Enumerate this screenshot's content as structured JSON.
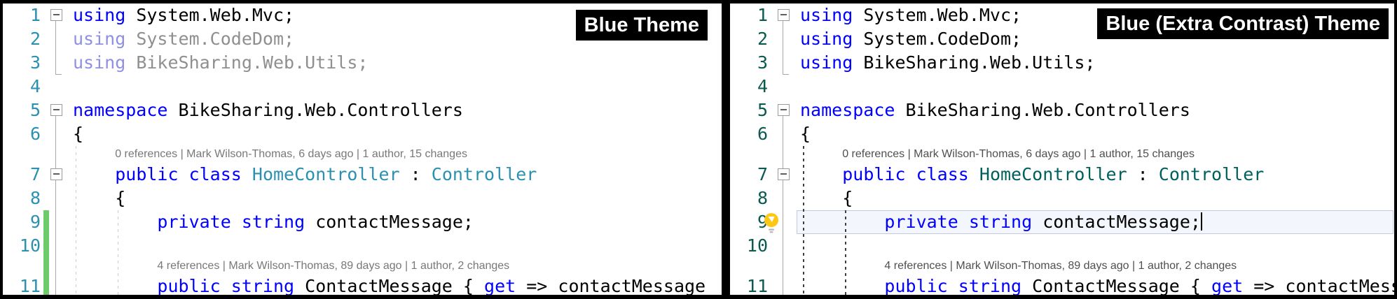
{
  "panels": [
    {
      "label": "Blue Theme",
      "colors": {
        "keyword": "#0000ff",
        "plain": "#000000",
        "type": "#2b91af",
        "faded_keyword": "#8f90e4",
        "faded_ident": "#8f8f8f",
        "line_number": "#2b91af",
        "codelens": "#787878",
        "indent_guide": "#cccccc",
        "change_bar": "#6ccc6c"
      },
      "lines": [
        {
          "num": "1",
          "collapse": true,
          "tokens": [
            [
              "kw",
              "using"
            ],
            [
              "plain",
              " System.Web.Mvc;"
            ]
          ]
        },
        {
          "num": "2",
          "tokens": [
            [
              "fkw",
              "using"
            ],
            [
              "fid",
              " System.CodeDom;"
            ]
          ]
        },
        {
          "num": "3",
          "tokens": [
            [
              "fkw",
              "using"
            ],
            [
              "fid",
              " BikeSharing.Web.Utils;"
            ]
          ]
        },
        {
          "num": "4",
          "tokens": []
        },
        {
          "num": "5",
          "collapse": true,
          "tokens": [
            [
              "kw",
              "namespace"
            ],
            [
              "plain",
              " BikeSharing.Web.Controllers"
            ]
          ]
        },
        {
          "num": "6",
          "tokens": [
            [
              "plain",
              "{"
            ]
          ]
        },
        {
          "codelens": "0 references | Mark Wilson-Thomas, 6 days ago | 1 author, 15 changes",
          "indent": 1
        },
        {
          "num": "7",
          "collapse": true,
          "tokens": [
            [
              "plain",
              "    "
            ],
            [
              "kw",
              "public class"
            ],
            [
              "plain",
              " "
            ],
            [
              "type",
              "HomeController"
            ],
            [
              "plain",
              " : "
            ],
            [
              "type",
              "Controller"
            ]
          ]
        },
        {
          "num": "8",
          "tokens": [
            [
              "plain",
              "    {"
            ]
          ]
        },
        {
          "num": "9",
          "changebar": true,
          "tokens": [
            [
              "plain",
              "        "
            ],
            [
              "kw",
              "private string"
            ],
            [
              "plain",
              " contactMessage;"
            ]
          ]
        },
        {
          "num": "10",
          "changebar": true,
          "tokens": []
        },
        {
          "codelens": "4 references | Mark Wilson-Thomas, 89 days ago | 1 author, 2 changes",
          "indent": 2,
          "changebar": true
        },
        {
          "num": "11",
          "changebar": true,
          "tokens": [
            [
              "plain",
              "        "
            ],
            [
              "kw",
              "public string"
            ],
            [
              "plain",
              " ContactMessage { "
            ],
            [
              "kw",
              "get"
            ],
            [
              "plain",
              " => contactMessage"
            ]
          ]
        }
      ]
    },
    {
      "label": "Blue (Extra Contrast) Theme",
      "colors": {
        "keyword": "#0000ff",
        "plain": "#000000",
        "type": "#00615c",
        "faded_keyword": "#0000ff",
        "faded_ident": "#000000",
        "line_number": "#0b5a50",
        "codelens": "#4f4f4f",
        "indent_guide": "#3f3f3f",
        "change_bar": "#6ccc6c"
      },
      "lines": [
        {
          "num": "1",
          "collapse": true,
          "tokens": [
            [
              "kw",
              "using"
            ],
            [
              "plain",
              " System.Web.Mvc;"
            ]
          ]
        },
        {
          "num": "2",
          "tokens": [
            [
              "kw",
              "using"
            ],
            [
              "plain",
              " System.CodeDom;"
            ]
          ]
        },
        {
          "num": "3",
          "tokens": [
            [
              "kw",
              "using"
            ],
            [
              "plain",
              " BikeSharing.Web.Utils;"
            ]
          ]
        },
        {
          "num": "4",
          "tokens": []
        },
        {
          "num": "5",
          "collapse": true,
          "tokens": [
            [
              "kw",
              "namespace"
            ],
            [
              "plain",
              " BikeSharing.Web.Controllers"
            ]
          ]
        },
        {
          "num": "6",
          "tokens": [
            [
              "plain",
              "{"
            ]
          ]
        },
        {
          "codelens": "0 references | Mark Wilson-Thomas, 6 days ago | 1 author, 15 changes",
          "indent": 1
        },
        {
          "num": "7",
          "collapse": true,
          "tokens": [
            [
              "plain",
              "    "
            ],
            [
              "kw",
              "public class"
            ],
            [
              "plain",
              " "
            ],
            [
              "type",
              "HomeController"
            ],
            [
              "plain",
              " : "
            ],
            [
              "type",
              "Controller"
            ]
          ]
        },
        {
          "num": "8",
          "tokens": [
            [
              "plain",
              "    {"
            ]
          ]
        },
        {
          "num": "9",
          "bulb": true,
          "current": true,
          "caret": true,
          "tokens": [
            [
              "plain",
              "        "
            ],
            [
              "kw",
              "private string"
            ],
            [
              "plain",
              " contactMessage;"
            ]
          ]
        },
        {
          "num": "10",
          "tokens": []
        },
        {
          "codelens": "4 references | Mark Wilson-Thomas, 89 days ago | 1 author, 2 changes",
          "indent": 2
        },
        {
          "num": "11",
          "tokens": [
            [
              "plain",
              "        "
            ],
            [
              "kw",
              "public string"
            ],
            [
              "plain",
              " ContactMessage { "
            ],
            [
              "kw",
              "get"
            ],
            [
              "plain",
              " => contactMessage"
            ]
          ]
        }
      ]
    }
  ]
}
